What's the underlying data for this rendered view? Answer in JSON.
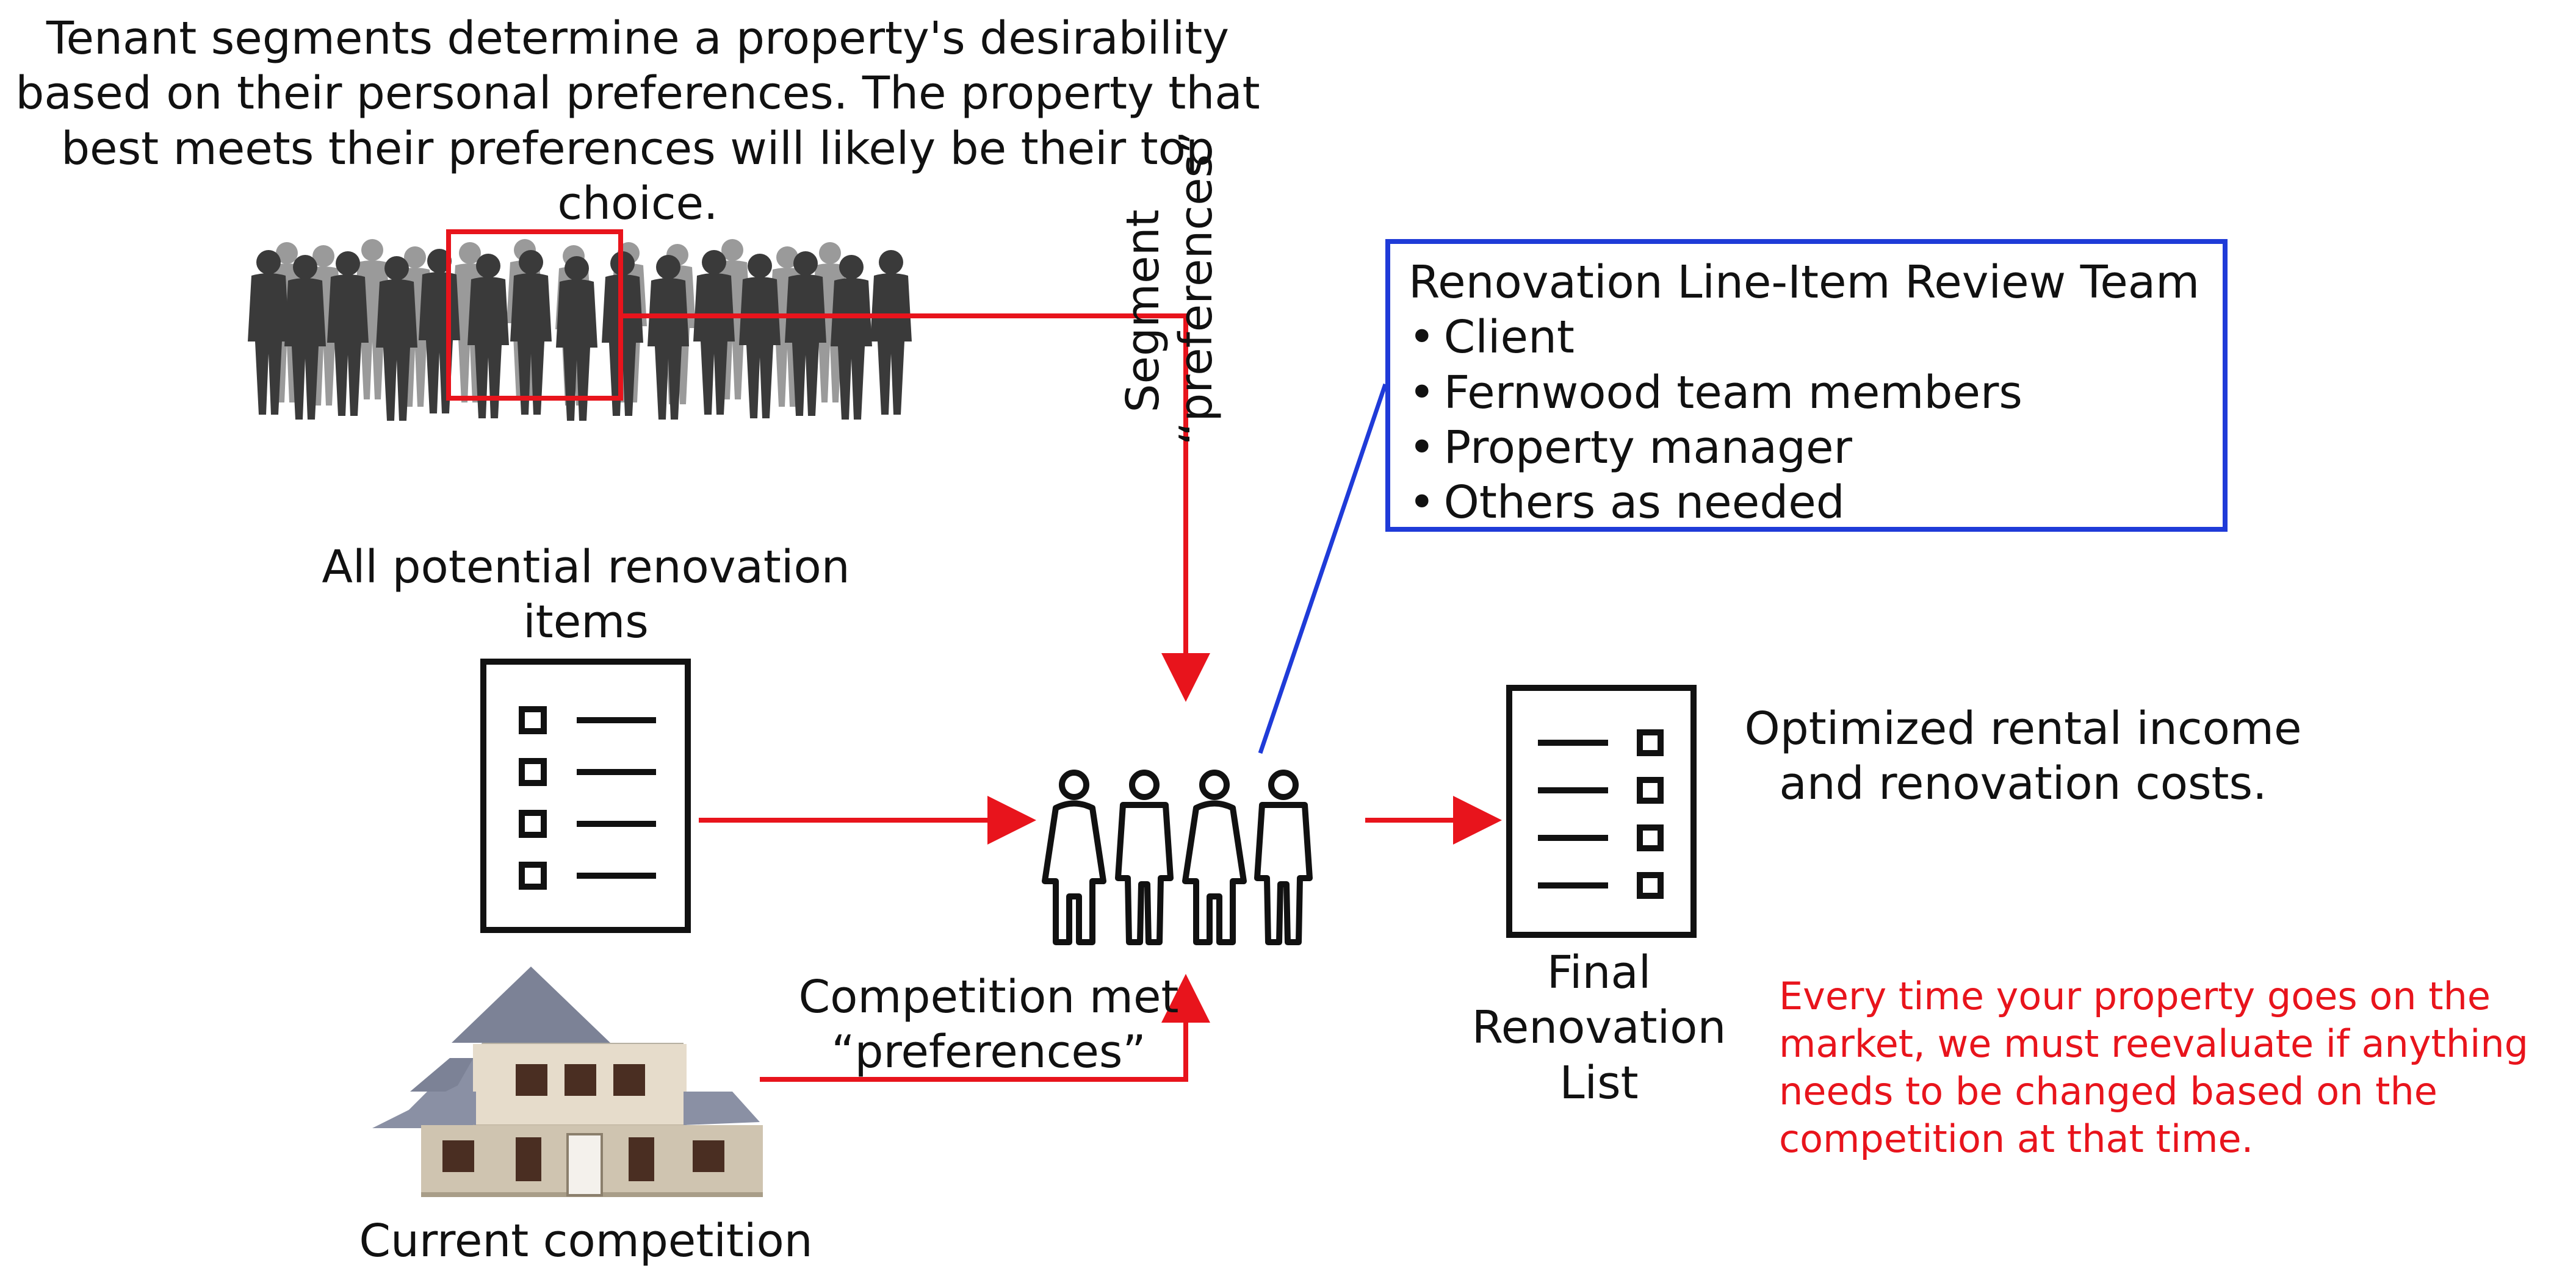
{
  "intro_text": "Tenant segments determine a property's desirability based on their personal preferences. The property that best meets their preferences will likely be their top choice.",
  "vertical_label": {
    "line1": "Segment",
    "line2": "“preferences”"
  },
  "review_team": {
    "title": "Renovation Line-Item Review Team",
    "members": [
      "Client",
      "Fernwood team members",
      "Property manager",
      "Others as needed"
    ]
  },
  "all_items_label": "All potential renovation items",
  "current_competition_label": "Current competition",
  "competition_met_label": "Competition met “preferences”",
  "final_list_label": "Final Renovation List",
  "optimized_label": "Optimized rental income and renovation costs.",
  "reevaluate_note": "Every time your property goes on the market, we must reevaluate if anything needs to be changed based on the competition at that time.",
  "colors": {
    "arrow_red": "#e8141c",
    "box_blue": "#1f3bd8",
    "crowd_dark": "#3a3a3a",
    "crowd_light": "#8a8a8a",
    "roof": "#7c8296",
    "wall": "#d8cdbb"
  },
  "icons": [
    "crowd-silhouette-icon",
    "checklist-icon",
    "team-people-icon",
    "final-list-icon",
    "house-icon"
  ]
}
